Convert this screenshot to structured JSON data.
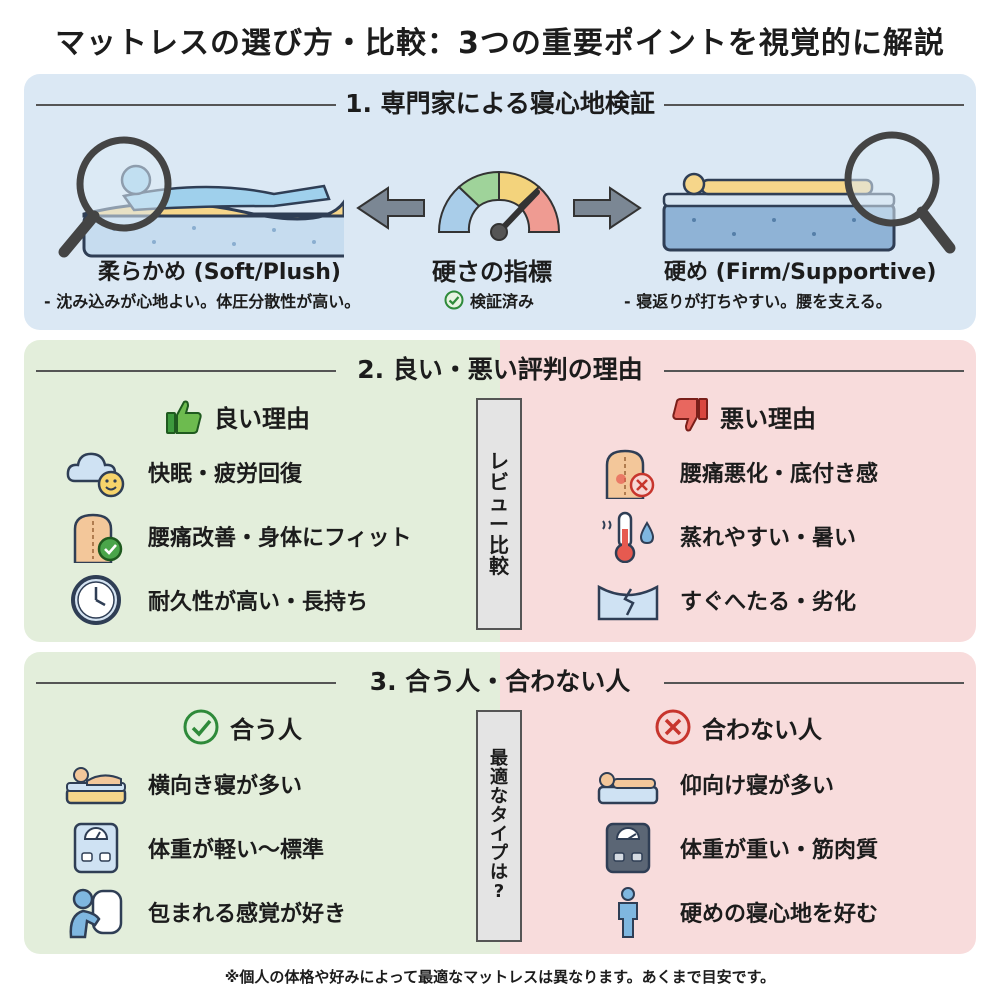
{
  "title": "マットレスの選び方・比較：3つの重要ポイントを視覚的に解説",
  "section1": {
    "heading": "1. 専門家による寝心地検証",
    "soft": {
      "label": "柔らかめ (Soft/Plush)",
      "desc": "- 沈み込みが心地よい。体圧分散性が高い。"
    },
    "center": {
      "label": "硬さの指標",
      "verified": "検証済み"
    },
    "firm": {
      "label": "硬め (Firm/Supportive)",
      "desc": "- 寝返りが打ちやすい。腰を支える。"
    }
  },
  "section2": {
    "heading": "2. 良い・悪い評判の理由",
    "good_head": "良い理由",
    "bad_head": "悪い理由",
    "center_label": [
      "レ",
      "ビ",
      "ュ",
      "ー",
      "比",
      "較"
    ],
    "good_items": [
      "快眠・疲労回復",
      "腰痛改善・身体にフィット",
      "耐久性が高い・長持ち"
    ],
    "bad_items": [
      "腰痛悪化・底付き感",
      "蒸れやすい・暑い",
      "すぐへたる・劣化"
    ]
  },
  "section3": {
    "heading": "3. 合う人・合わない人",
    "fit_head": "合う人",
    "unfit_head": "合わない人",
    "center_label": [
      "最",
      "適",
      "な",
      "タ",
      "イ",
      "プ",
      "は",
      "?"
    ],
    "fit_items": [
      "横向き寝が多い",
      "体重が軽い〜標準",
      "包まれる感覚が好き"
    ],
    "unfit_items": [
      "仰向け寝が多い",
      "体重が重い・筋肉質",
      "硬めの寝心地を好む"
    ]
  },
  "footnote": "※個人の体格や好みによって最適なマットレスは異なります。あくまで目安です。",
  "icons": {
    "soft": "magnifier-soft-mattress-icon",
    "gauge": "firmness-gauge-icon",
    "firm": "magnifier-firm-mattress-icon",
    "good": "thumbs-up-icon",
    "bad": "thumbs-down-icon",
    "fit": "check-circle-icon",
    "unfit": "x-circle-icon"
  },
  "colors": {
    "good": "#3d9a3d",
    "bad": "#d9473f",
    "panel1": "#dbe8f4",
    "panel_good": "#e3eedb",
    "panel_bad": "#f8dcdc"
  }
}
